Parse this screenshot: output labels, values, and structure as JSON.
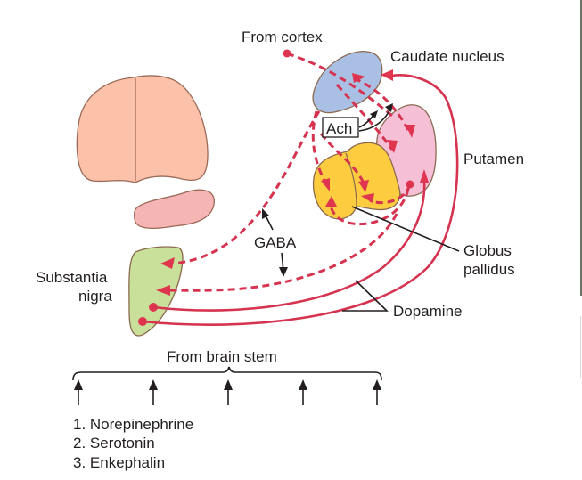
{
  "labels": {
    "from_cortex": "From cortex",
    "caudate_nucleus": "Caudate nucleus",
    "putamen": "Putamen",
    "ach": "Ach",
    "gaba": "GABA",
    "substantia_nigra_line1": "Substantia",
    "substantia_nigra_line2": "nigra",
    "globus_pallidus_line1": "Globus",
    "globus_pallidus_line2": "pallidus",
    "dopamine": "Dopamine",
    "from_brain_stem": "From brain stem"
  },
  "brainstem_transmitters": [
    "1. Norepinephrine",
    "2. Serotonin",
    "3. Enkephalin"
  ],
  "colors": {
    "pathway_red": "#d5334f",
    "caudate_blue": "#a9bfe3",
    "putamen_pink": "#f5bfd6",
    "globus_yellow": "#fdcc3f",
    "nigra_green": "#c9e09a",
    "cortex_salmon": "#fcc2a9",
    "thalamus_pink": "#f5b5b4",
    "outline_brown": "#8b6a50",
    "text": "#231f20"
  }
}
